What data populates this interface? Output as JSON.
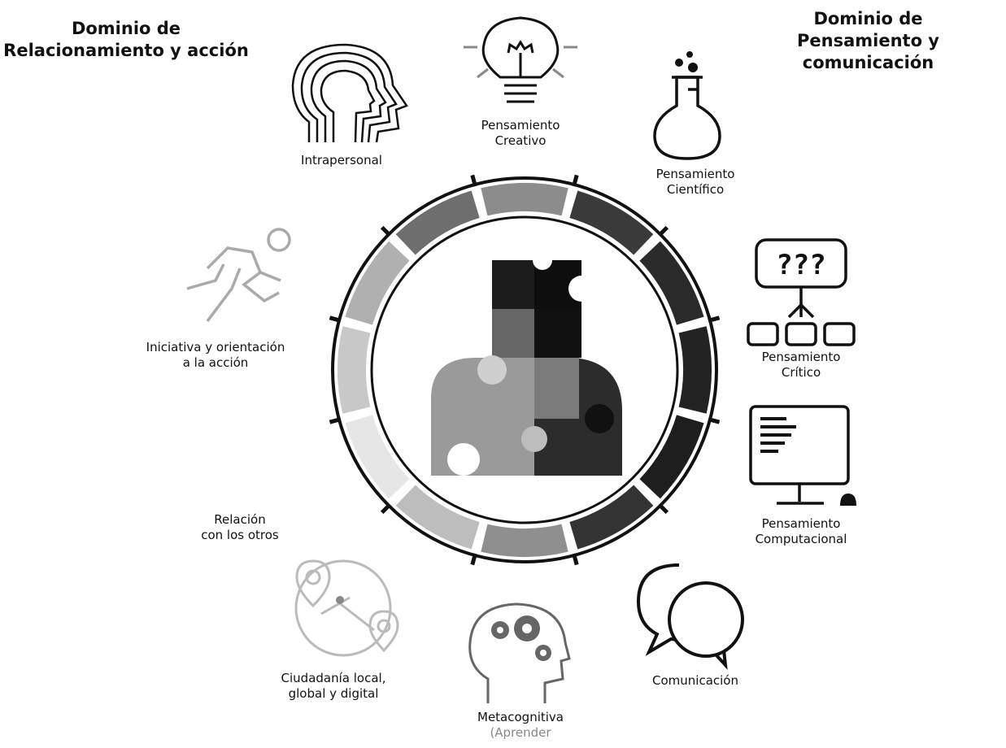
{
  "domains": {
    "left": {
      "line1": "Dominio de",
      "line2": "Relacionamiento y acción"
    },
    "right": {
      "line1": "Dominio de",
      "line2": "Pensamiento y comunicación"
    }
  },
  "competencies": {
    "creativo": {
      "line1": "Pensamiento",
      "line2": "Creativo",
      "icon": "lightbulb-icon"
    },
    "cientifico": {
      "line1": "Pensamiento",
      "line2": "Científico",
      "icon": "flask-icon"
    },
    "critico": {
      "line1": "Pensamiento",
      "line2": "Crítico",
      "icon": "question-tree-icon",
      "icon_text": "???"
    },
    "computacional": {
      "line1": "Pensamiento",
      "line2": "Computacional",
      "icon": "computer-monitor-icon"
    },
    "comunicacion": {
      "line1": "Comunicación",
      "icon": "speech-bubbles-icon"
    },
    "metacognitiva": {
      "line1": "Metacognitiva",
      "line2": "(Aprender",
      "icon": "head-gears-icon"
    },
    "ciudadania": {
      "line1": "Ciudadanía local,",
      "line2": "global y digital",
      "icon": "globe-pins-icon"
    },
    "relacion": {
      "line1": "Relación",
      "line2": "con los otros"
    },
    "iniciativa": {
      "line1": "Iniciativa y orientación",
      "line2": "a la acción",
      "icon": "runner-icon"
    },
    "intrapersonal": {
      "line1": "Intrapersonal",
      "icon": "head-profile-icon"
    }
  },
  "wheel": {
    "center_icon": "puzzle-person-icon",
    "segment_colors": [
      "#8c8c8c",
      "#3a3a3a",
      "#2a2a2a",
      "#222222",
      "#1e1e1e",
      "#333333",
      "#8f8f8f",
      "#bdbdbd",
      "#e6e6e6",
      "#c8c8c8",
      "#b0b0b0",
      "#6e6e6e"
    ]
  }
}
